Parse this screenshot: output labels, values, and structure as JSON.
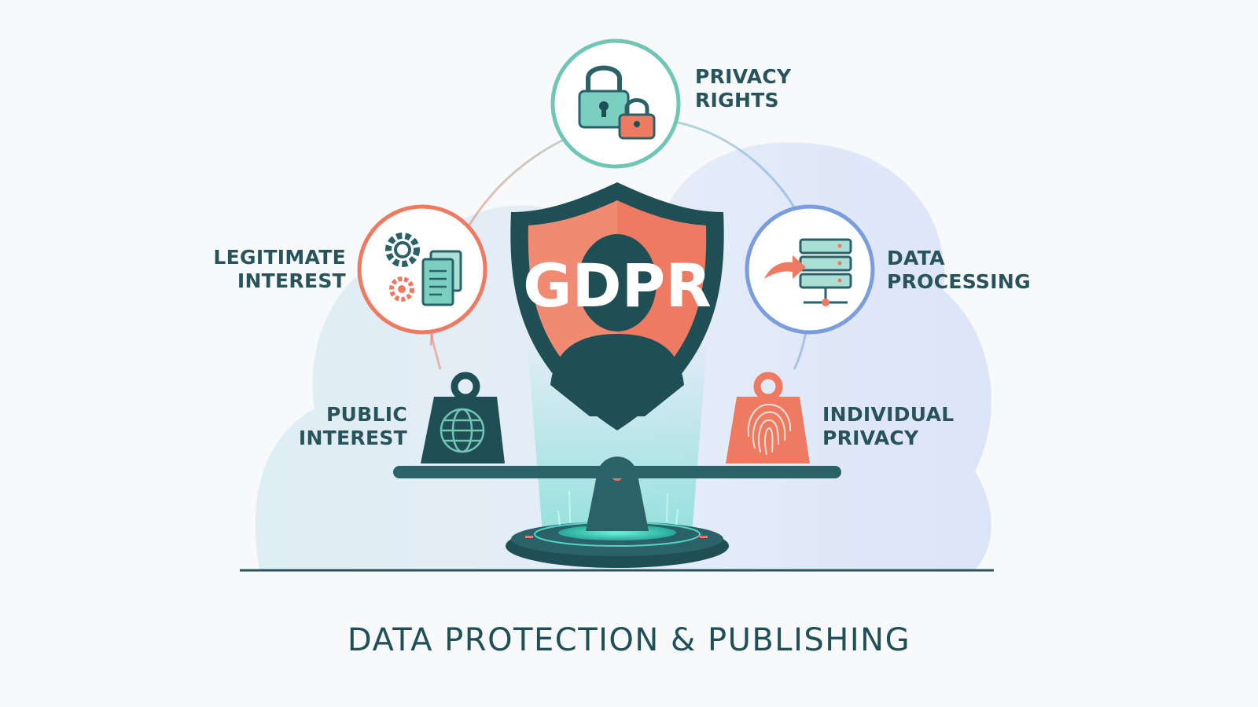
{
  "caption": "DATA PROTECTION & PUBLISHING",
  "shield_label": "GDPR",
  "nodes": {
    "privacy_rights": {
      "line1": "PRIVACY",
      "line2": "RIGHTS",
      "icon": "padlock-icon"
    },
    "legitimate_interest": {
      "line1": "LEGITIMATE",
      "line2": "INTEREST",
      "icon": "gear-document-icon"
    },
    "data_processing": {
      "line1": "DATA",
      "line2": "PROCESSING",
      "icon": "server-arrow-icon"
    }
  },
  "weights": {
    "public_interest": {
      "line1": "PUBLIC",
      "line2": "INTEREST",
      "icon": "globe-icon"
    },
    "individual_privacy": {
      "line1": "INDIVIDUAL",
      "line2": "PRIVACY",
      "icon": "fingerprint-icon"
    }
  },
  "colors": {
    "teal": "#2f8f8a",
    "dark_teal": "#1f4f55",
    "coral": "#ef7a62",
    "blue": "#7a9de0",
    "mint": "#6fc6b4"
  }
}
